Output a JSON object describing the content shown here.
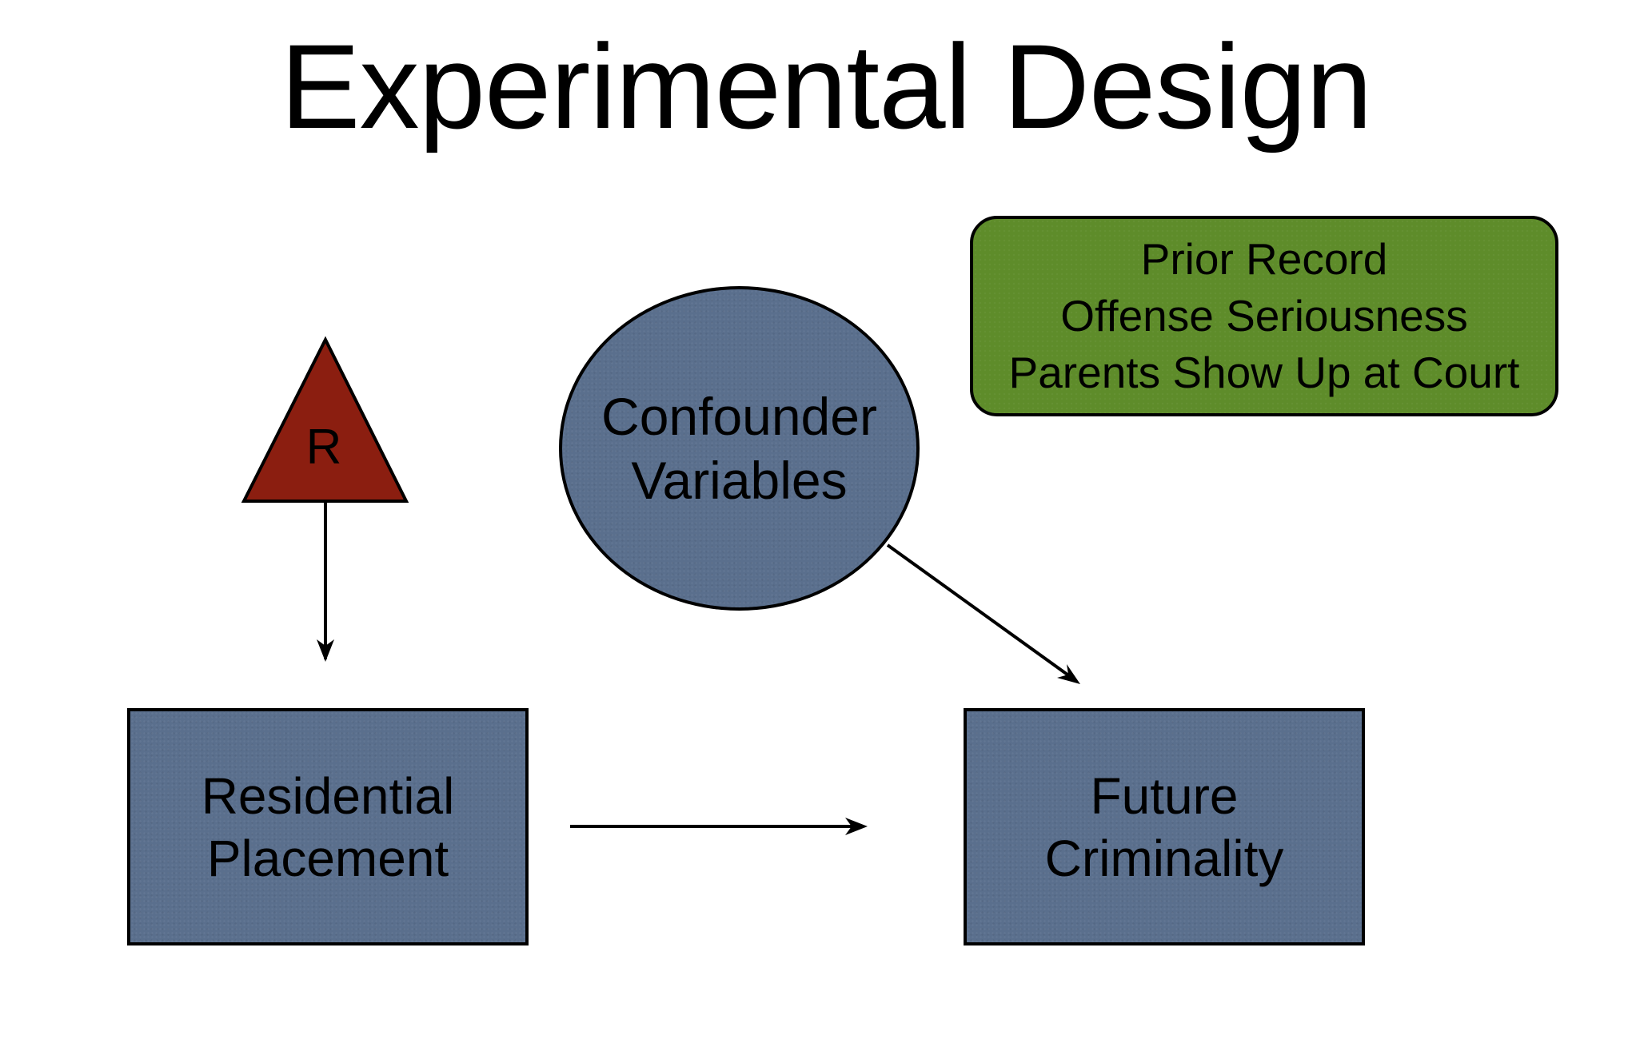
{
  "title": "Experimental Design",
  "nodes": {
    "randomization": {
      "label": "R"
    },
    "confounder": {
      "lines": [
        "Confounder",
        "Variables"
      ]
    },
    "covariates": {
      "lines": [
        "Prior Record",
        "Offense Seriousness",
        "Parents Show Up at Court"
      ]
    },
    "treatment": {
      "lines": [
        "Residential",
        "Placement"
      ]
    },
    "outcome": {
      "lines": [
        "Future",
        "Criminality"
      ]
    }
  },
  "colors": {
    "navy_node": "#5a6f8d",
    "randomization_fill": "#8b1e10",
    "covariate_fill": "#5e8c2a",
    "stroke": "#000000"
  }
}
